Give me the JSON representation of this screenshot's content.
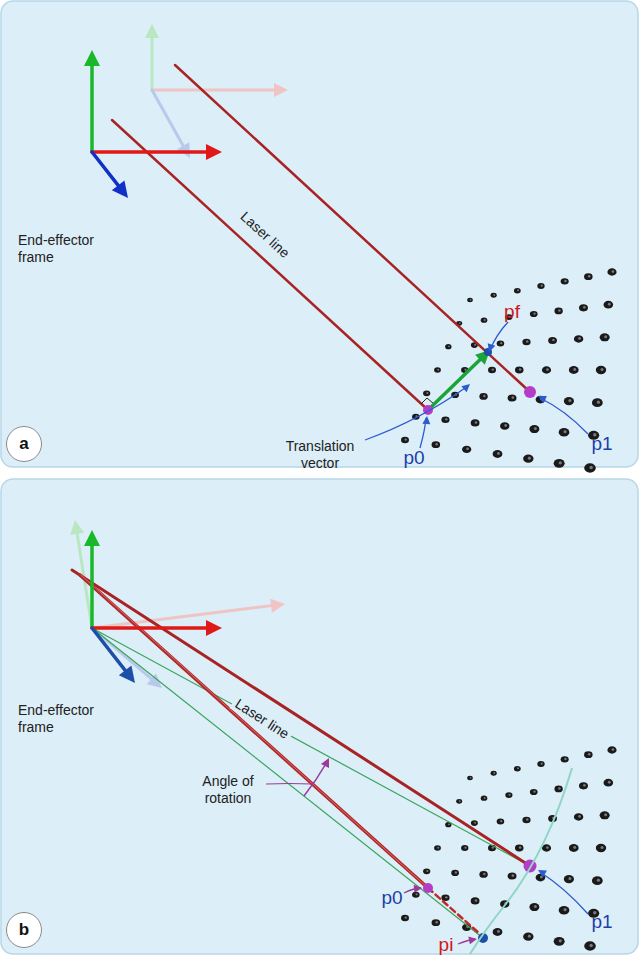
{
  "diagram": {
    "nodes": [
      {
        "text": [
          "a"
        ]
      },
      {
        "text": [
          "b"
        ]
      }
    ],
    "labels": [
      "End-effector frame",
      "Laser line",
      "Translation vector",
      "pf",
      "p0",
      "p1",
      "End-effector frame",
      "Laser line",
      "Angle of rotation",
      "p0",
      "p1",
      "pi"
    ]
  }
}
